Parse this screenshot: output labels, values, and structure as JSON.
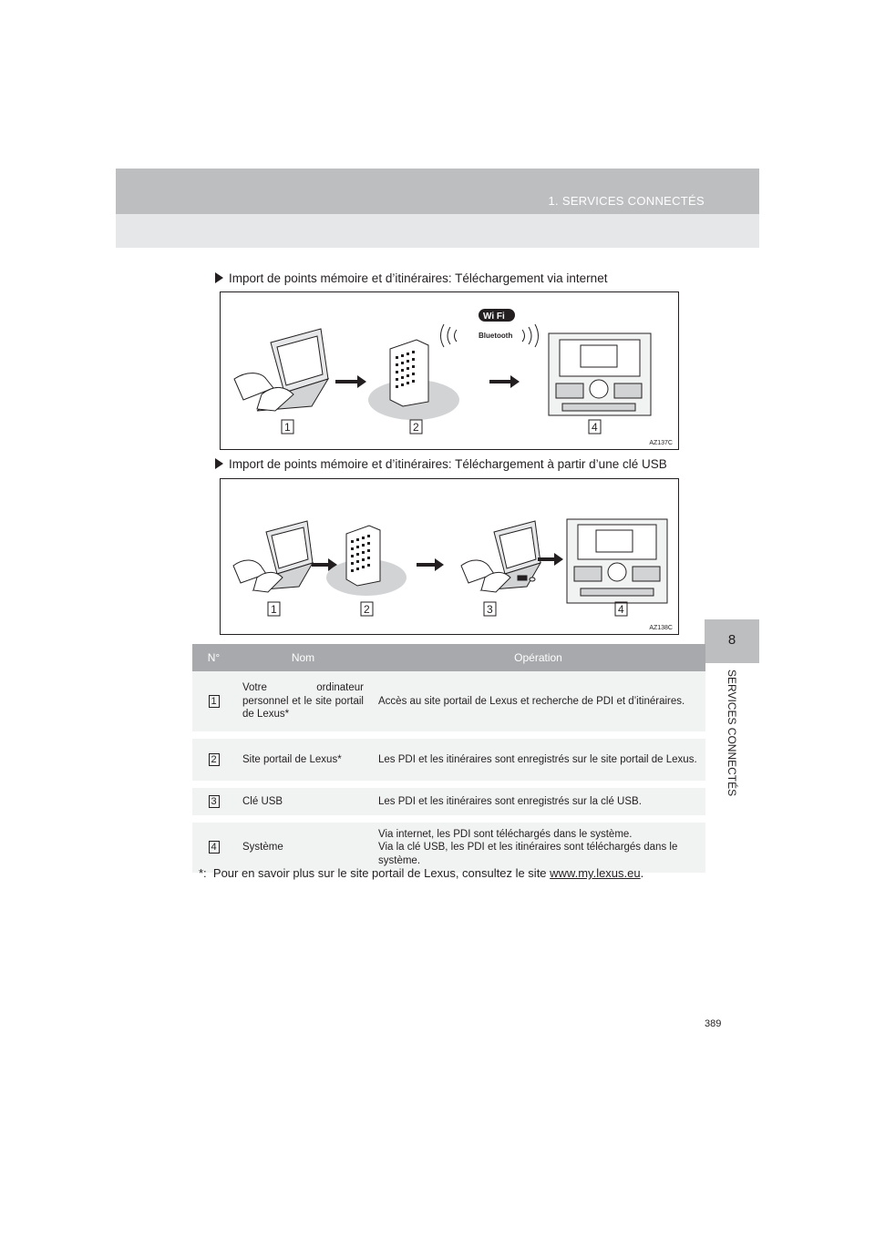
{
  "header": {
    "title": "1. SERVICES CONNECTÉS"
  },
  "chapter": {
    "number": "8",
    "side_title": "SERVICES CONNECTÉS"
  },
  "section1": {
    "text": "Import de points mémoire et d’itinéraires: Téléchargement via internet"
  },
  "figure1": {
    "code": "AZ137C",
    "labels": [
      "1",
      "2",
      "4"
    ],
    "wifi_text": "Wi Fi",
    "bluetooth_text": "Bluetooth"
  },
  "section2": {
    "text": "Import de points mémoire et d’itinéraires: Téléchargement à partir d’une clé USB"
  },
  "figure2": {
    "code": "AZ138C",
    "labels": [
      "1",
      "2",
      "3",
      "4"
    ]
  },
  "table": {
    "headers": [
      "N°",
      "Nom",
      "Opération"
    ],
    "rows": [
      {
        "num": "1",
        "name": "Votre ordinateur personnel et le site portail de Lexus*",
        "operation": "Accès au site portail de Lexus et recherche de PDI et d’itinéraires."
      },
      {
        "num": "2",
        "name": "Site portail de Lexus*",
        "operation": "Les PDI et les itinéraires sont enregistrés sur le site portail de Lexus."
      },
      {
        "num": "3",
        "name": "Clé USB",
        "operation": "Les PDI et les itinéraires sont enregistrés sur la clé USB."
      },
      {
        "num": "4",
        "name": "Système",
        "operation": "Via internet, les PDI sont téléchargés dans le système.\nVia la clé USB, les PDI et les itinéraires sont téléchargés dans le système."
      }
    ]
  },
  "footnote": {
    "prefix": "*:",
    "text": "Pour en savoir plus sur le site portail de Lexus, consultez le site ",
    "link": "www.my.lexus.eu",
    "suffix": "."
  },
  "page_number": "389"
}
